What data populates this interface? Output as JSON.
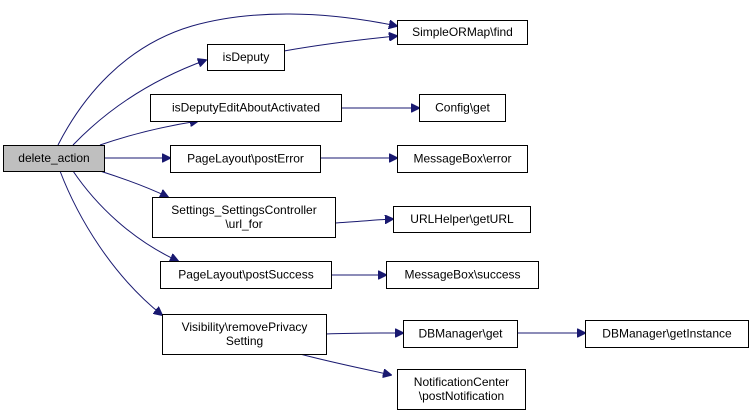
{
  "colors": {
    "edge": "#191970",
    "node_border": "#000000",
    "node_fill": "#ffffff",
    "root_fill": "#bfbfbf",
    "text": "#000000"
  },
  "nodes": {
    "delete_action": {
      "lines": [
        "delete_action"
      ],
      "root": true
    },
    "find": {
      "lines": [
        "SimpleORMap\\find"
      ]
    },
    "isDeputy": {
      "lines": [
        "isDeputy"
      ]
    },
    "isDeputyEdit": {
      "lines": [
        "isDeputyEditAboutActivated"
      ]
    },
    "configGet": {
      "lines": [
        "Config\\get"
      ]
    },
    "postError": {
      "lines": [
        "PageLayout\\postError"
      ]
    },
    "msgError": {
      "lines": [
        "MessageBox\\error"
      ]
    },
    "urlFor": {
      "lines": [
        "Settings_SettingsController",
        "\\url_for"
      ]
    },
    "getURL": {
      "lines": [
        "URLHelper\\getURL"
      ]
    },
    "postSuccess": {
      "lines": [
        "PageLayout\\postSuccess"
      ]
    },
    "msgSuccess": {
      "lines": [
        "MessageBox\\success"
      ]
    },
    "removePrivacy": {
      "lines": [
        "Visibility\\removePrivacy",
        "Setting"
      ]
    },
    "dbGet": {
      "lines": [
        "DBManager\\get"
      ]
    },
    "dbInstance": {
      "lines": [
        "DBManager\\getInstance"
      ]
    },
    "postNotification": {
      "lines": [
        "NotificationCenter",
        "\\postNotification"
      ]
    }
  },
  "edges": [
    [
      "delete_action",
      "find"
    ],
    [
      "delete_action",
      "isDeputy"
    ],
    [
      "delete_action",
      "isDeputyEdit"
    ],
    [
      "delete_action",
      "postError"
    ],
    [
      "delete_action",
      "urlFor"
    ],
    [
      "delete_action",
      "postSuccess"
    ],
    [
      "delete_action",
      "removePrivacy"
    ],
    [
      "isDeputy",
      "find"
    ],
    [
      "isDeputyEdit",
      "configGet"
    ],
    [
      "postError",
      "msgError"
    ],
    [
      "urlFor",
      "getURL"
    ],
    [
      "postSuccess",
      "msgSuccess"
    ],
    [
      "removePrivacy",
      "dbGet"
    ],
    [
      "removePrivacy",
      "postNotification"
    ],
    [
      "dbGet",
      "dbInstance"
    ]
  ]
}
